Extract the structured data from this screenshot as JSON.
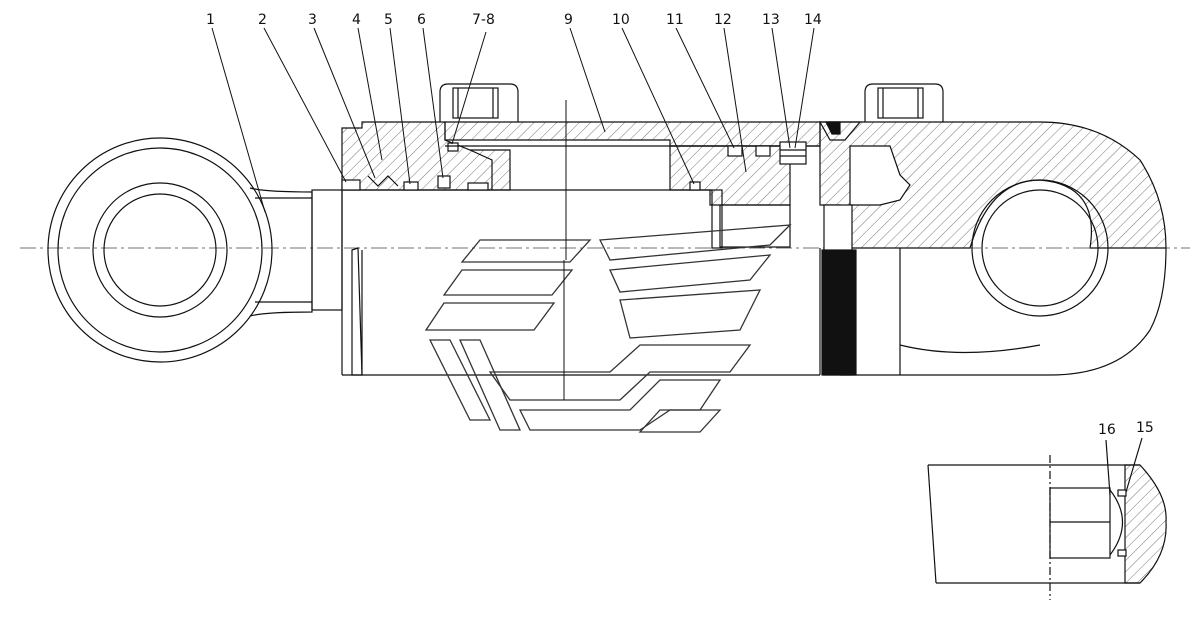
{
  "drawing": {
    "callouts": [
      {
        "id": "c1",
        "label": "1"
      },
      {
        "id": "c2",
        "label": "2"
      },
      {
        "id": "c3",
        "label": "3"
      },
      {
        "id": "c4",
        "label": "4"
      },
      {
        "id": "c5",
        "label": "5"
      },
      {
        "id": "c6",
        "label": "6"
      },
      {
        "id": "c7",
        "label": "7-8"
      },
      {
        "id": "c9",
        "label": "9"
      },
      {
        "id": "c10",
        "label": "10"
      },
      {
        "id": "c11",
        "label": "11"
      },
      {
        "id": "c12",
        "label": "12"
      },
      {
        "id": "c13",
        "label": "13"
      },
      {
        "id": "c14",
        "label": "14"
      }
    ],
    "detail_callouts": [
      {
        "id": "c16",
        "label": "16"
      },
      {
        "id": "c15",
        "label": "15"
      }
    ],
    "colors": {
      "line": "#111111",
      "hatch": "#555555",
      "watermark": "#333333",
      "background": "#ffffff"
    }
  }
}
